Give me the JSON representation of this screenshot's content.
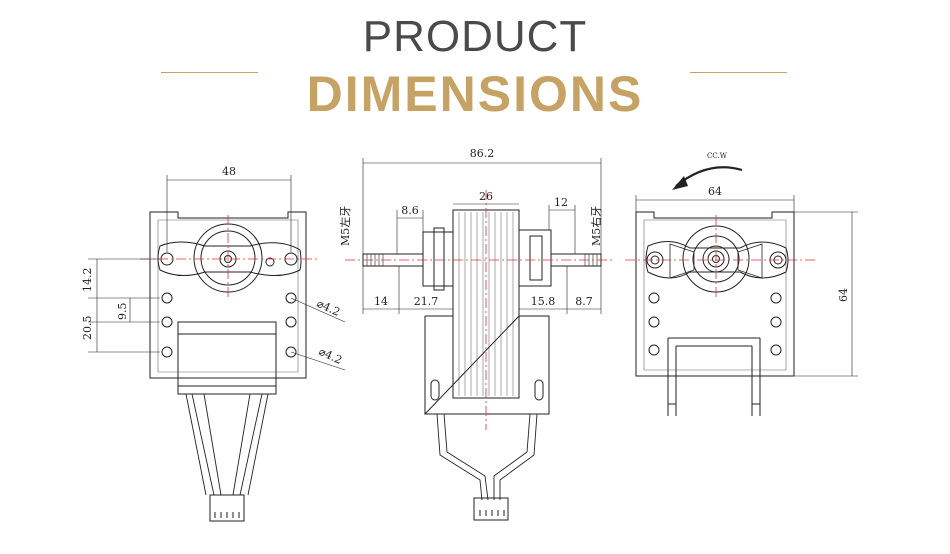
{
  "heading": {
    "line1": "PRODUCT",
    "line2": "DIMENSIONS"
  },
  "colors": {
    "heading": "#4a4a4a",
    "accent": "#c6a264",
    "centerline": "#e03030",
    "line": "#222222"
  },
  "front_view": {
    "width": "48",
    "d1": "14.2",
    "d2": "9.5",
    "d3": "20.5",
    "hole1": "⌀4.2",
    "hole2": "⌀4.2"
  },
  "side_view": {
    "overall": "86.2",
    "core": "26",
    "left_gap": "8.6",
    "right_gap": "12",
    "left_shaft": "14",
    "left_hub": "21.7",
    "right_hub": "15.8",
    "right_shaft": "8.7",
    "left_thread": "M5左牙",
    "right_thread": "M5右牙"
  },
  "rear_view": {
    "width": "64",
    "height": "64",
    "rotation": "CC.W"
  }
}
